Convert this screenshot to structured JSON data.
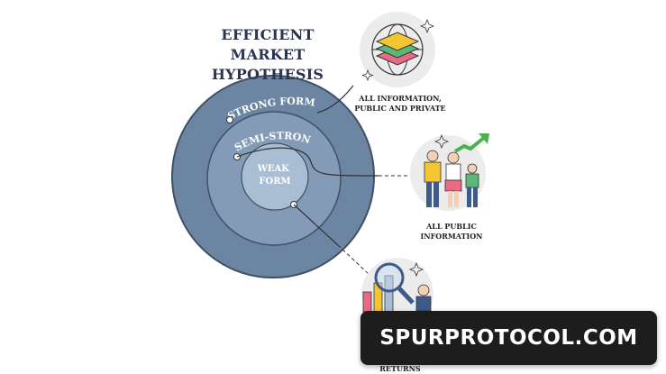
{
  "title": "EFFICIENT MARKET\nHYPOTHESIS",
  "layers": {
    "strong": "STRONG FORM",
    "semi_strong": "SEMI-STRONG",
    "weak": "WEAK\nFORM"
  },
  "captions": {
    "all_information": "ALL INFORMATION,\nPUBLIC AND PRIVATE",
    "all_public": "ALL PUBLIC\nINFORMATION",
    "all_historical": "ALL HISTORICAL\nPRICES AND RETURNS"
  },
  "icons": [
    "layers-globe-icon",
    "family-growth-icon",
    "magnifier-chart-icon"
  ],
  "colors": {
    "outer_circle": "#6b85a3",
    "middle_circle": "#849bb8",
    "inner_circle": "#a9bdd3",
    "title": "#2b3550"
  },
  "watermark": "SPURPROTOCOL.COM"
}
